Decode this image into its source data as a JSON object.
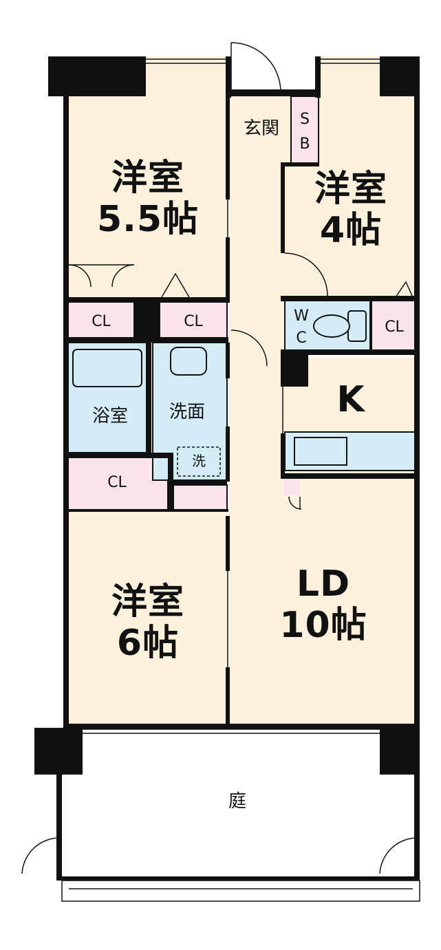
{
  "rooms": {
    "western_room_1": {
      "name": "洋室",
      "size": "5.5帖"
    },
    "western_room_2": {
      "name": "洋室",
      "size": "4帖"
    },
    "western_room_3": {
      "name": "洋室",
      "size": "6帖"
    },
    "ld": {
      "name": "LD",
      "size": "10帖"
    },
    "kitchen": {
      "name": "K"
    },
    "entrance": {
      "name": "玄関"
    },
    "shoe_box": {
      "line1": "S",
      "line2": "B"
    },
    "wc": {
      "line1": "W",
      "line2": "C"
    },
    "bathroom": {
      "name": "浴室"
    },
    "washroom": {
      "name": "洗面"
    },
    "laundry": {
      "name": "洗"
    },
    "closet_1": {
      "name": "CL"
    },
    "closet_2": {
      "name": "CL"
    },
    "closet_3": {
      "name": "CL"
    },
    "closet_4": {
      "name": "CL"
    },
    "garden": {
      "name": "庭"
    }
  },
  "colors": {
    "room_floor": "#fbf1dc",
    "closet": "#fbe3ec",
    "wet_area": "#d3ecf6",
    "wall": "#111111",
    "garden": "#ffffff"
  }
}
